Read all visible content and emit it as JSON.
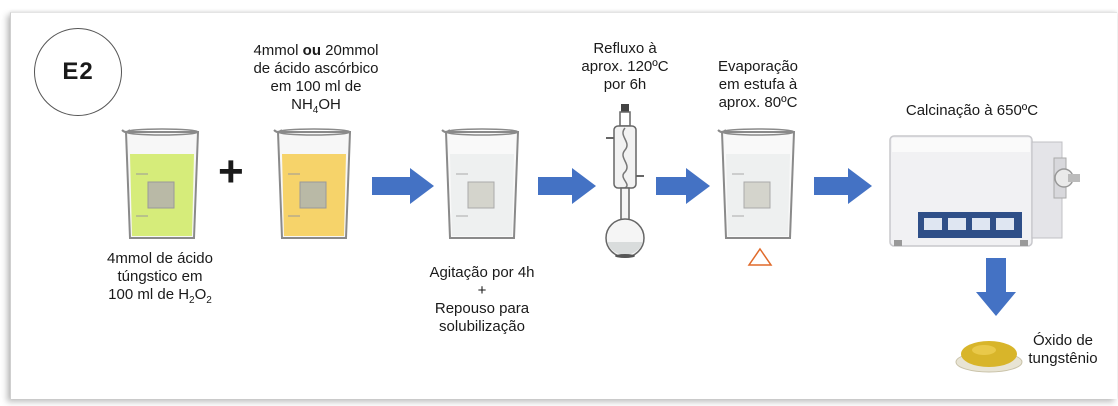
{
  "badge": "E2",
  "plus_sign": "+",
  "labels": {
    "reagent1": {
      "line1": "4mmol de ácido",
      "line2": "túngstico em",
      "line3_prefix": "100 ml de H",
      "sub1": "2",
      "mid": "O",
      "sub2": "2"
    },
    "reagent2": {
      "line1_a": "4mmol ",
      "line1_bold": "ou",
      "line1_b": " 20mmol",
      "line2": "de ácido ascórbico",
      "line3": "em 100 ml de",
      "line4_prefix": "NH",
      "sub": "4",
      "line4_suffix": "OH"
    },
    "step_agitation": {
      "line1": "Agitação por 4h",
      "line2": "+",
      "line3": "Repouso para",
      "line4": "solubilização"
    },
    "step_reflux": {
      "line1": "Refluxo à",
      "line2": "aprox. 120ºC",
      "line3": "por 6h"
    },
    "step_evaporation": {
      "line1": "Evaporação",
      "line2": "em estufa à",
      "line3": "aprox. 80ºC"
    },
    "step_calcination": {
      "line1": "Calcinação à 650ºC"
    },
    "product": {
      "line1": "Óxido de",
      "line2": "tungstênio"
    }
  },
  "colors": {
    "arrow": "#4472c4",
    "liquid_green": "#d6ec7a",
    "liquid_yellow": "#f6d36a",
    "liquid_clear": "#eef0f0",
    "powder": "#d8b52a",
    "heat_triangle": "#e06a2a"
  }
}
